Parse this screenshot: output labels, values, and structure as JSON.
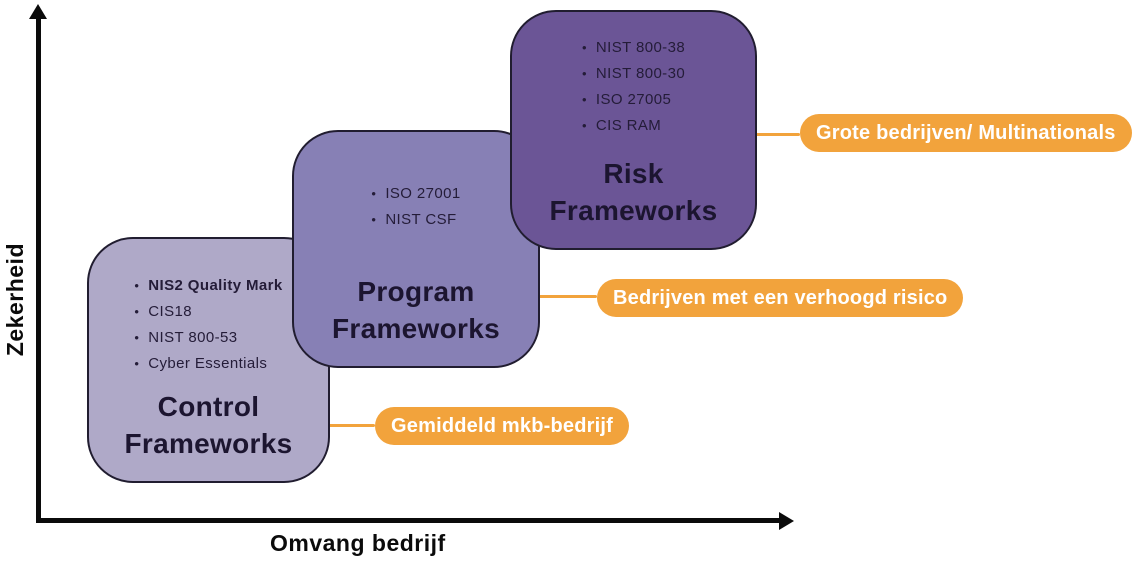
{
  "axes": {
    "y_label": "Zekerheid",
    "x_label": "Omvang bedrijf"
  },
  "boxes": [
    {
      "id": "control",
      "title1": "Control",
      "title2": "Frameworks",
      "fill": "#AFA9C8",
      "bullets": [
        {
          "text": "NIS2 Quality Mark",
          "bold": true
        },
        {
          "text": "CIS18",
          "bold": false
        },
        {
          "text": "NIST 800-53",
          "bold": false
        },
        {
          "text": "Cyber Essentials",
          "bold": false
        }
      ]
    },
    {
      "id": "program",
      "title1": "Program",
      "title2": "Frameworks",
      "fill": "#8780B5",
      "bullets": [
        {
          "text": "ISO 27001",
          "bold": false
        },
        {
          "text": "NIST CSF",
          "bold": false
        }
      ]
    },
    {
      "id": "risk",
      "title1": "Risk",
      "title2": "Frameworks",
      "fill": "#6B5596",
      "bullets": [
        {
          "text": "NIST 800-38",
          "bold": false
        },
        {
          "text": "NIST 800-30",
          "bold": false
        },
        {
          "text": "ISO 27005",
          "bold": false
        },
        {
          "text": "CIS RAM",
          "bold": false
        }
      ]
    }
  ],
  "labels": [
    {
      "target": "control",
      "text": "Gemiddeld mkb-bedrijf"
    },
    {
      "target": "program",
      "text": "Bedrijven met een verhoogd risico"
    },
    {
      "target": "risk",
      "text": "Grote bedrijven/ Multinationals"
    }
  ],
  "colors": {
    "accent_orange": "#F2A33C",
    "box_border": "#211D30",
    "axis_black": "#0B0B0B",
    "text_dark": "#241C38",
    "pill_text": "#FFFFFF"
  }
}
